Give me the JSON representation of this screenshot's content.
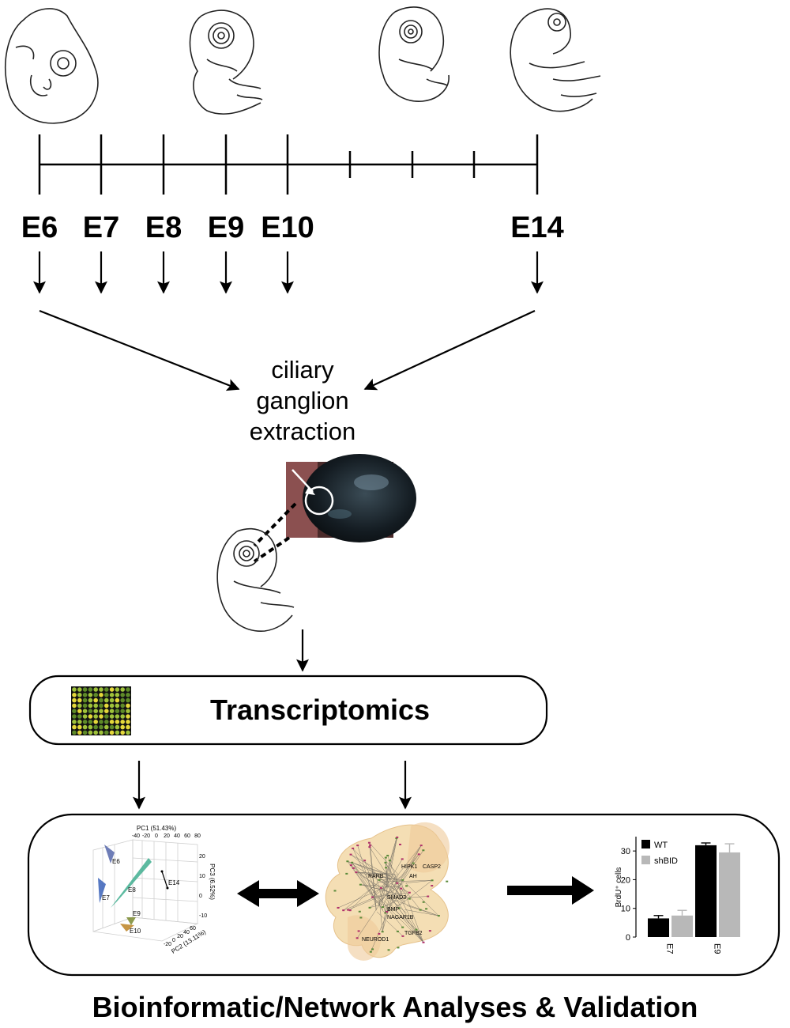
{
  "timeline": {
    "labeled_stages": [
      "E6",
      "E7",
      "E8",
      "E9",
      "E10",
      "E14"
    ]
  },
  "extraction": {
    "lines": [
      "ciliary",
      "ganglion",
      "extraction"
    ]
  },
  "transcriptomics": {
    "title": "Transcriptomics"
  },
  "pca": {
    "axis_pc1": "PC1 (51.43%)",
    "axis_pc2": "PC2 (13.11%)",
    "axis_pc3": "PC3 (6.52%)",
    "pc1_ticks": [
      "-40",
      "-20",
      "0",
      "20",
      "40",
      "60",
      "80"
    ],
    "pc3_ticks": [
      "20",
      "10",
      "0",
      "-10"
    ],
    "pc2_ticks": [
      "-20",
      "0",
      "20",
      "40",
      "60"
    ],
    "clusters": [
      "E6",
      "E7",
      "E8",
      "E9",
      "E10",
      "E14"
    ]
  },
  "network": {
    "genes": [
      "HIPK1",
      "CASP2",
      "RARB",
      "SMAD3",
      "NAGAR1B",
      "TGFB2",
      "NEUROD1",
      "BMP",
      "AH"
    ]
  },
  "chart_data": {
    "type": "bar",
    "categories": [
      "E7",
      "E9"
    ],
    "series": [
      {
        "name": "WT",
        "values": [
          6.5,
          32
        ],
        "errors": [
          1.0,
          0.8
        ]
      },
      {
        "name": "shBID",
        "values": [
          7.5,
          29.5
        ],
        "errors": [
          1.8,
          3.0
        ]
      }
    ],
    "ylabel": "BrdU⁺ cells",
    "ylim": [
      0,
      35
    ],
    "yticks": [
      0,
      10,
      20,
      30
    ],
    "legend_position": "top-left",
    "colors": {
      "WT": "#000000",
      "shBID": "#b8b8b8"
    }
  },
  "footer": {
    "text": "Bioinformatic/Network  Analyses & Validation"
  }
}
